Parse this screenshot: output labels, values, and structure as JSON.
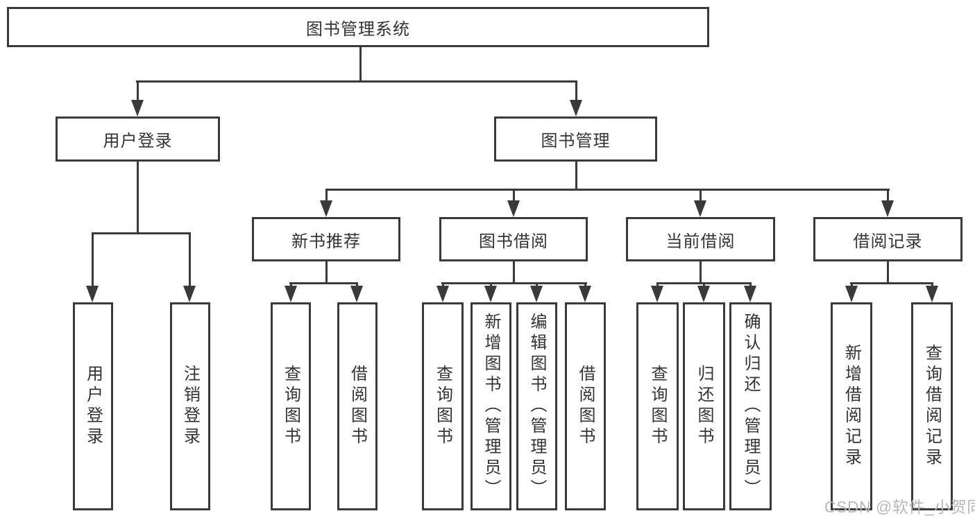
{
  "diagram": {
    "root": {
      "label": "图书管理系统"
    },
    "branches": [
      {
        "label": "用户登录",
        "children": [
          {
            "label": "用户登录"
          },
          {
            "label": "注销登录"
          }
        ]
      },
      {
        "label": "图书管理",
        "groups": [
          {
            "label": "新书推荐",
            "children": [
              {
                "label": "查询图书"
              },
              {
                "label": "借阅图书"
              }
            ]
          },
          {
            "label": "图书借阅",
            "children": [
              {
                "label": "查询图书"
              },
              {
                "label": "新增图书（管理员）"
              },
              {
                "label": "编辑图书（管理员）"
              },
              {
                "label": "借阅图书"
              }
            ]
          },
          {
            "label": "当前借阅",
            "children": [
              {
                "label": "查询图书"
              },
              {
                "label": "归还图书"
              },
              {
                "label": "确认归还（管理员）"
              }
            ]
          },
          {
            "label": "借阅记录",
            "children": [
              {
                "label": "新增借阅记录"
              },
              {
                "label": "查询借阅记录"
              }
            ]
          }
        ]
      }
    ]
  },
  "watermark": {
    "text": "CSDN @软件_小贺同学"
  },
  "colors": {
    "line": "#3a3a3a",
    "text": "#333333",
    "watermark": "#b8b8b8",
    "background": "#ffffff"
  }
}
